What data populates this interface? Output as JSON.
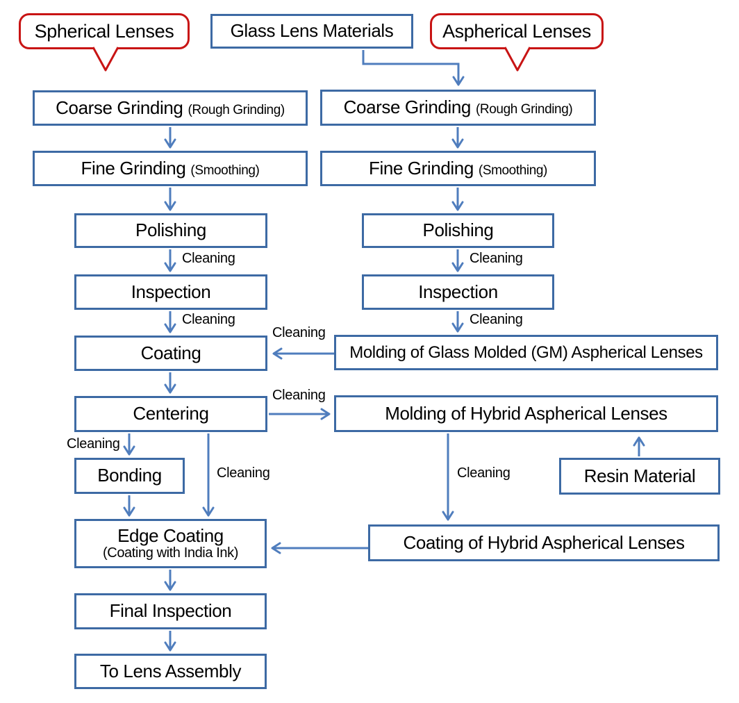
{
  "labels": {
    "cleaning": "Cleaning"
  },
  "callouts": {
    "spherical": "Spherical Lenses",
    "aspherical": "Aspherical Lenses"
  },
  "nodes": {
    "glass_materials": {
      "label": "Glass Lens Materials"
    },
    "left_coarse_grinding": {
      "label": "Coarse Grinding",
      "sub": "(Rough Grinding)"
    },
    "left_fine_grinding": {
      "label": "Fine Grinding",
      "sub": "(Smoothing)"
    },
    "left_polishing": {
      "label": "Polishing"
    },
    "left_inspection": {
      "label": "Inspection"
    },
    "left_coating": {
      "label": "Coating"
    },
    "left_centering": {
      "label": "Centering"
    },
    "left_bonding": {
      "label": "Bonding"
    },
    "left_edge_coating": {
      "label": "Edge Coating",
      "sub": "(Coating with India Ink)"
    },
    "left_final_inspection": {
      "label": "Final Inspection"
    },
    "left_to_lens_assembly": {
      "label": "To Lens Assembly"
    },
    "right_coarse_grinding": {
      "label": "Coarse Grinding",
      "sub": "(Rough Grinding)"
    },
    "right_fine_grinding": {
      "label": "Fine Grinding",
      "sub": "(Smoothing)"
    },
    "right_polishing": {
      "label": "Polishing"
    },
    "right_inspection": {
      "label": "Inspection"
    },
    "gm_molding": {
      "label": "Molding of Glass Molded (GM) Aspherical Lenses"
    },
    "hybrid_molding": {
      "label": "Molding of Hybrid Aspherical Lenses"
    },
    "resin_material": {
      "label": "Resin Material"
    },
    "hybrid_coating": {
      "label": "Coating of Hybrid Aspherical Lenses"
    }
  },
  "colors": {
    "box_border": "#3d6aa4",
    "connector": "#4f7dbd",
    "callout_border": "#c81414",
    "text": "#000000"
  }
}
